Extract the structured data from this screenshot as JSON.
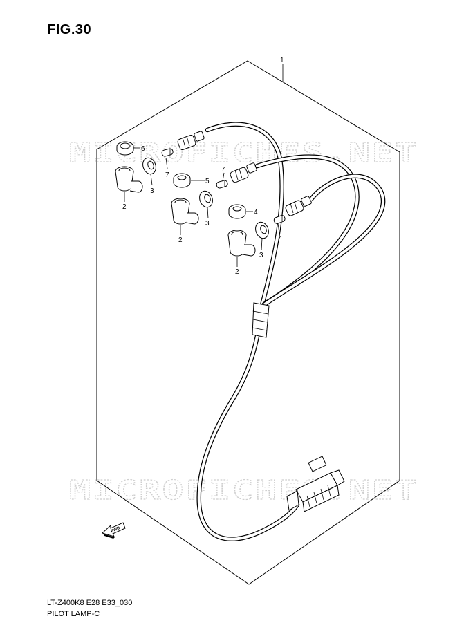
{
  "figure": {
    "title": "FIG.30"
  },
  "watermark": {
    "text": "MICROFICHES.NET"
  },
  "callouts": [
    {
      "id": "c1",
      "label": "1"
    },
    {
      "id": "c6",
      "label": "6"
    },
    {
      "id": "c2a",
      "label": "2"
    },
    {
      "id": "c3a",
      "label": "3"
    },
    {
      "id": "c7a",
      "label": "7"
    },
    {
      "id": "c5",
      "label": "5"
    },
    {
      "id": "c7b",
      "label": "7"
    },
    {
      "id": "c2b",
      "label": "2"
    },
    {
      "id": "c3b",
      "label": "3"
    },
    {
      "id": "c4",
      "label": "4"
    },
    {
      "id": "c7c",
      "label": "7"
    },
    {
      "id": "c3c",
      "label": "3"
    },
    {
      "id": "c2c",
      "label": "2"
    }
  ],
  "fwd_arrow": {
    "label": "FWD"
  },
  "footer": {
    "model_code": "LT-Z400K8 E28 E33_030",
    "diagram_name": "PILOT LAMP-C"
  },
  "colors": {
    "line": "#000000",
    "watermark": "#cfcfcf",
    "background": "#ffffff"
  }
}
